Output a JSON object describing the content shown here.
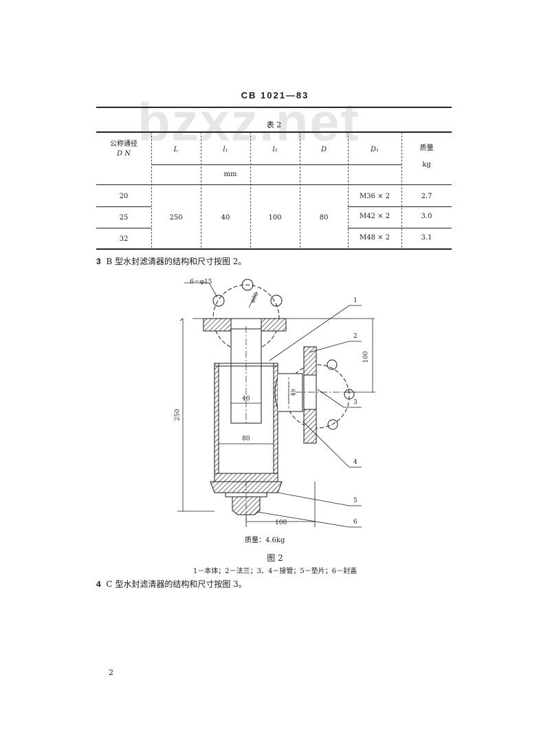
{
  "watermark": "bzxz.net",
  "header": {
    "standard_code": "CB 1021—83"
  },
  "table": {
    "caption": "表 2",
    "headers": {
      "dn_line1": "公称通径",
      "dn_line2": "D N",
      "L": "L",
      "l1": "l₁",
      "l2": "l₂",
      "D": "D",
      "D1": "D₁",
      "mass_line1": "质量",
      "mass_unit": "kg",
      "dim_unit": "mm"
    },
    "rows": [
      {
        "dn": "20",
        "d1": "M36 × 2",
        "mass": "2.7"
      },
      {
        "dn": "25",
        "d1": "M42 × 2",
        "mass": "3.0"
      },
      {
        "dn": "32",
        "d1": "M48 × 2",
        "mass": "3.1"
      }
    ],
    "merged": {
      "L": "250",
      "l1": "40",
      "l2": "100",
      "D": "80"
    }
  },
  "para3": {
    "num": "3",
    "text": "B 型水封滤清器的结构和尺寸按图 2。"
  },
  "figure": {
    "hole_label": "6－φ15",
    "pcd_label": "φ80",
    "dim_40": "40",
    "dim_80": "80",
    "dim_49": "49",
    "dim_250": "250",
    "dim_100_right": "100",
    "dim_100_bottom": "100",
    "mass_note": "质量：4.6kg",
    "callouts": [
      "1",
      "2",
      "3",
      "4",
      "5",
      "6"
    ],
    "caption": "图 2",
    "legend": "1－本体；2－法兰；3、4－接管；5－垫片；6－封盖"
  },
  "para4": {
    "num": "4",
    "text": "C 型水封滤清器的结构和尺寸按图 3。"
  },
  "page_number": "2",
  "colors": {
    "ink": "#1a1a1a",
    "hatch": "#333333",
    "watermark": "#e6e6e6"
  }
}
